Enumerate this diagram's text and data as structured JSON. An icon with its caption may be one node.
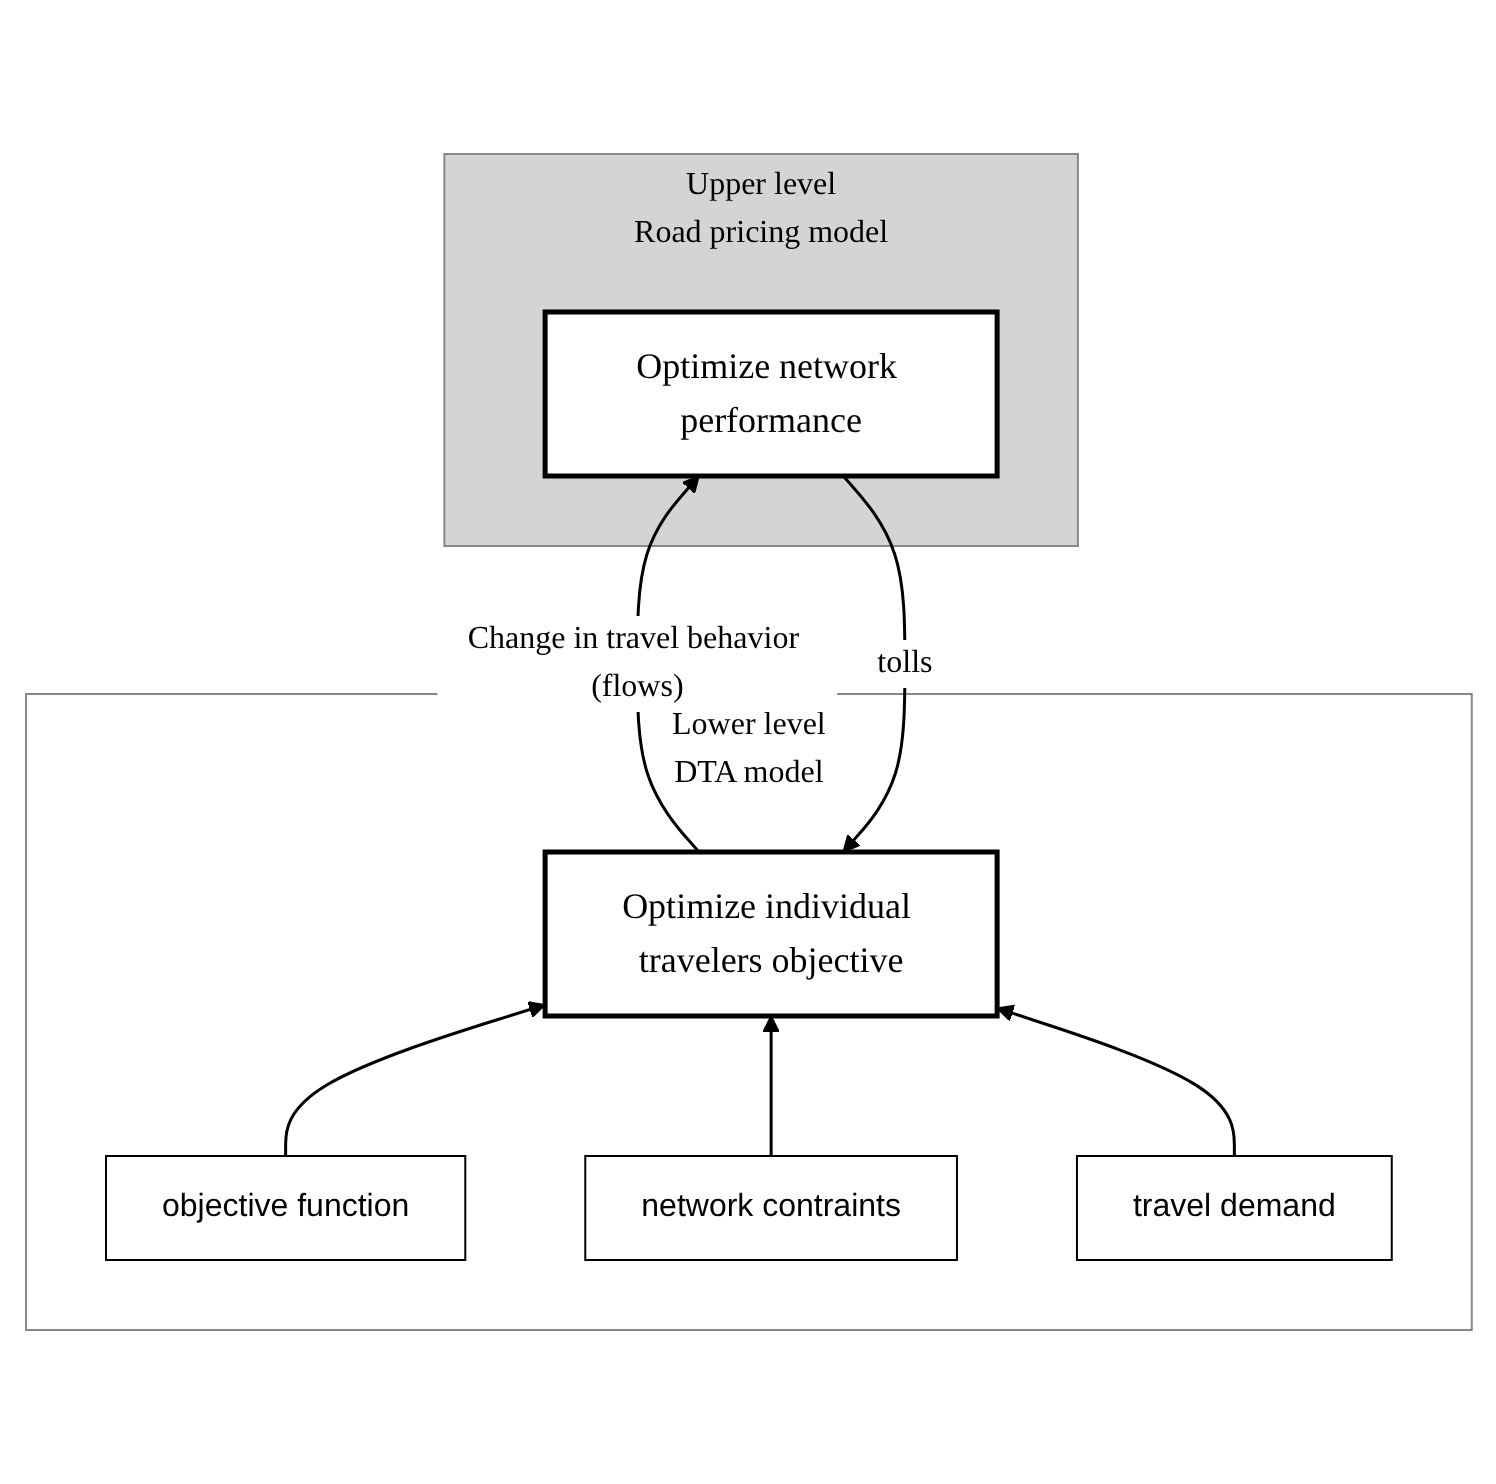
{
  "diagram": {
    "nodes": [
      {
        "text": [
          "Upper level",
          "Road pricing model"
        ]
      },
      {
        "text": [
          "Optimize network performance"
        ],
        "in": 0
      },
      {
        "text": [
          "Lower level",
          "DTA model"
        ]
      },
      {
        "text": [
          "Optimize individual travelers objective"
        ],
        "in": 2
      },
      {
        "text": [
          "objective function"
        ],
        "in": 2
      },
      {
        "text": [
          "network contraints"
        ],
        "in": 2
      },
      {
        "text": [
          "travel demand"
        ],
        "in": 2
      }
    ],
    "edges": [
      {
        "from": 1,
        "to": 3,
        "arrow": "to",
        "label": "tolls"
      },
      {
        "from": 3,
        "to": 1,
        "arrow": "to",
        "label": "Change in travel behavior (flows)"
      },
      {
        "from": 4,
        "to": 3,
        "arrow": "to"
      },
      {
        "from": 5,
        "to": 3,
        "arrow": "to"
      },
      {
        "from": 6,
        "to": 3,
        "arrow": "to"
      }
    ]
  }
}
